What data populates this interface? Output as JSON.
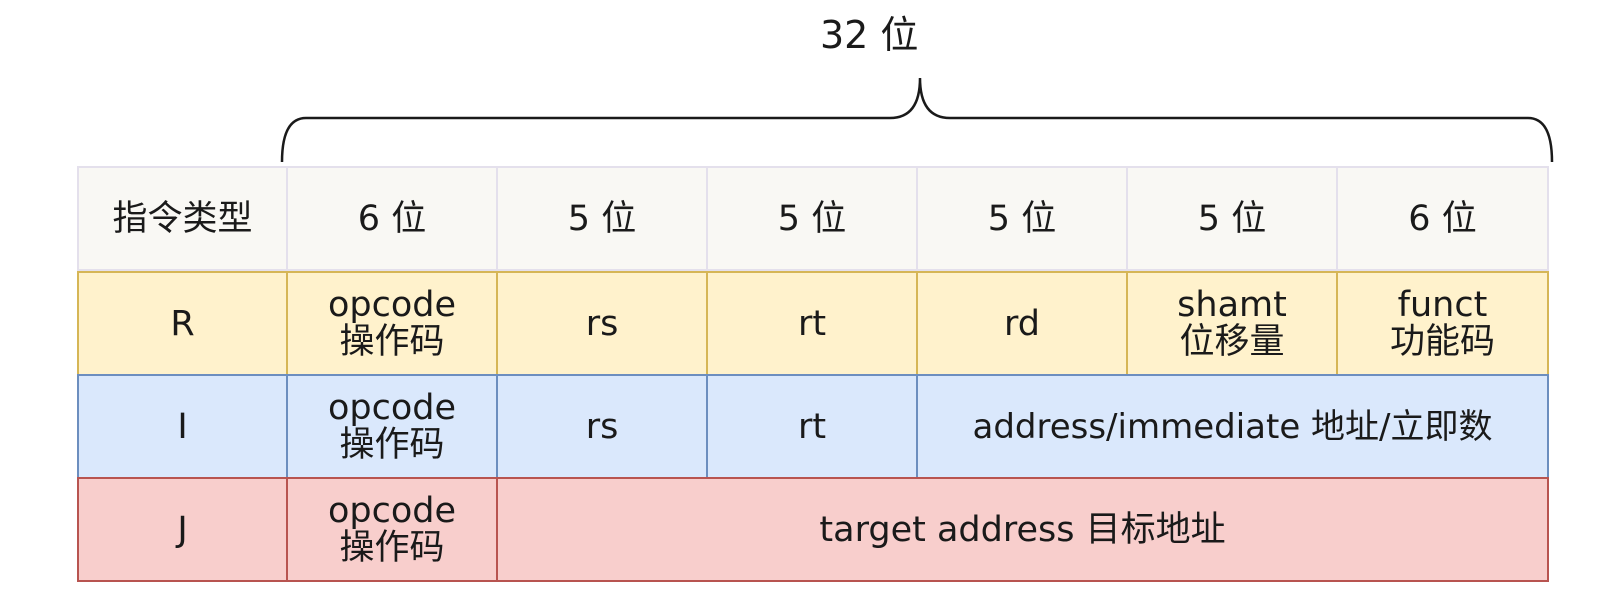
{
  "total_bits_label": "32 位",
  "header": {
    "type_label": "指令类型",
    "field_widths": [
      "6 位",
      "5 位",
      "5 位",
      "5 位",
      "5 位",
      "6 位"
    ]
  },
  "colors": {
    "header_fill": "#f9f8f4",
    "r_fill": "#fff2cc",
    "r_border": "#d6b656",
    "i_fill": "#dae8fc",
    "i_border": "#6c8ebf",
    "j_fill": "#f8cecc",
    "j_border": "#b85450"
  },
  "rows": {
    "r": {
      "type": "R",
      "opcode": [
        "opcode",
        "操作码"
      ],
      "rs": "rs",
      "rt": "rt",
      "rd": "rd",
      "shamt": [
        "shamt",
        "位移量"
      ],
      "funct": [
        "funct",
        "功能码"
      ]
    },
    "i": {
      "type": "I",
      "opcode": [
        "opcode",
        "操作码"
      ],
      "rs": "rs",
      "rt": "rt",
      "address": "address/immediate 地址/立即数"
    },
    "j": {
      "type": "J",
      "opcode": [
        "opcode",
        "操作码"
      ],
      "target": "target address 目标地址"
    }
  }
}
